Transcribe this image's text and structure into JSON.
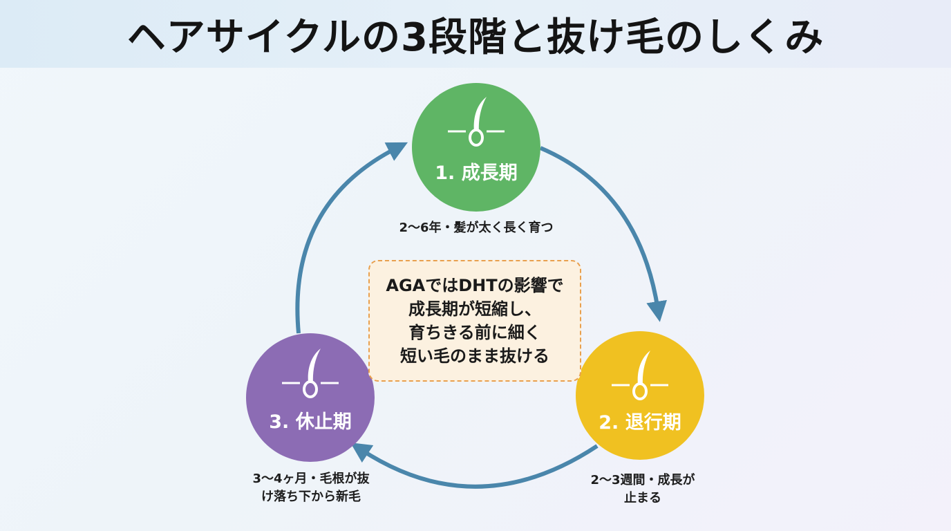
{
  "title": "ヘアサイクルの3段階と抜け毛のしくみ",
  "colors": {
    "growth": "#5fb565",
    "regression": "#f0c121",
    "rest": "#8c6cb4",
    "arrow": "#4a86ab",
    "note_border": "#e9a04e",
    "note_fill": "#fcf1e0"
  },
  "stages": [
    {
      "label": "1. 成長期",
      "description": "2〜6年・髪が太く長く育つ",
      "icon": "hair-follicle-icon"
    },
    {
      "label": "2. 退行期",
      "description_lines": [
        "2〜3週間・成長が",
        "止まる"
      ],
      "icon": "hair-follicle-icon"
    },
    {
      "label": "3. 休止期",
      "description_lines": [
        "3〜4ヶ月・毛根が抜",
        "け落ち下から新毛"
      ],
      "icon": "hair-follicle-icon"
    }
  ],
  "note": {
    "lines": [
      "AGAではDHTの影響で",
      "成長期が短縮し、",
      "育ちきる前に細く",
      "短い毛のまま抜ける"
    ]
  }
}
